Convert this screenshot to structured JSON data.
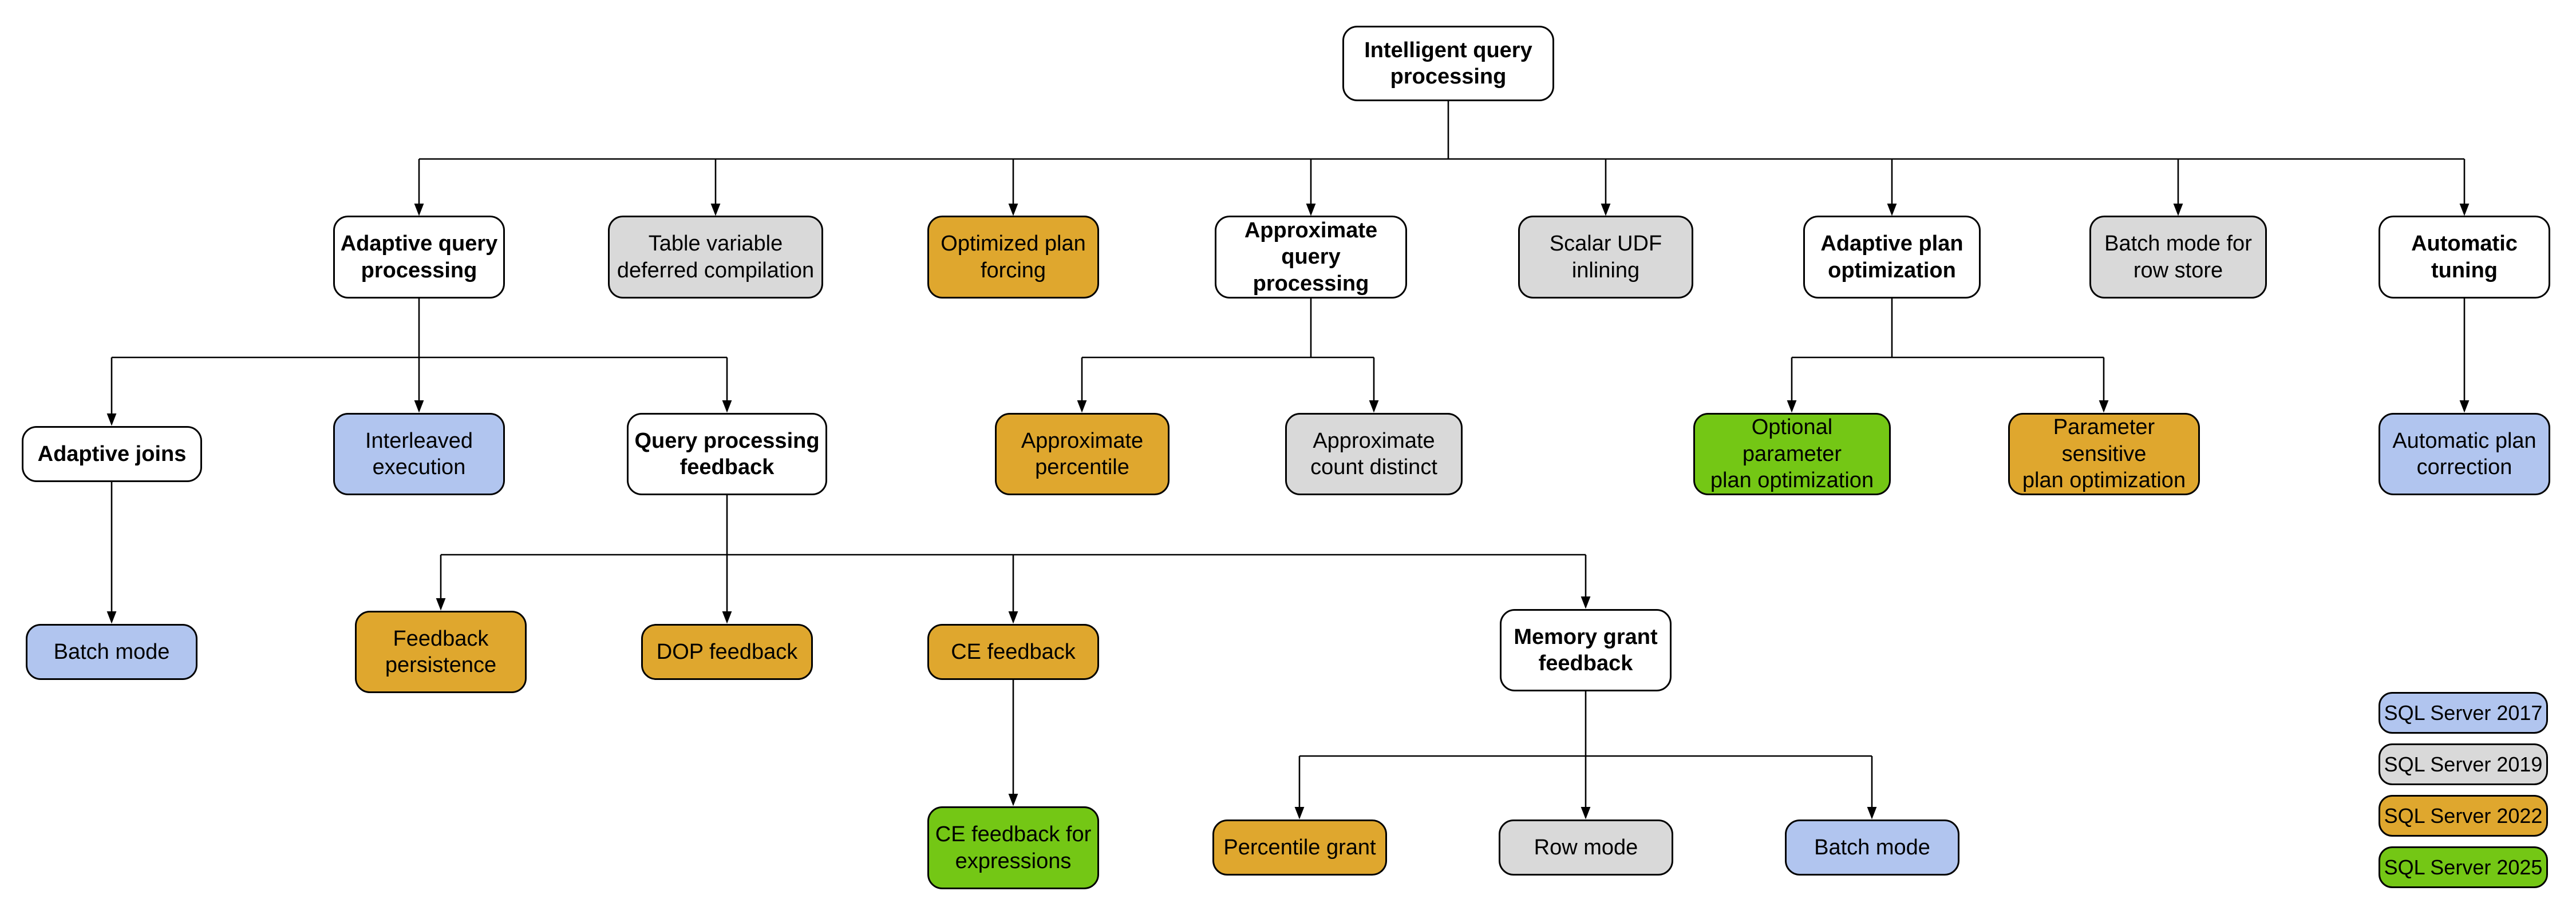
{
  "colors": {
    "v2017": "#B1C5EF",
    "v2019": "#D9D9D9",
    "v2022": "#DFA72E",
    "v2025": "#74C715",
    "node-default": "#FFFFFF",
    "border": "#000000",
    "connector": "#000000",
    "background": "#FFFFFF"
  },
  "nodes": {
    "root": {
      "label": "Intelligent query\nprocessing",
      "version": null,
      "parent": null
    },
    "aqp": {
      "label": "Adaptive query\nprocessing",
      "version": null,
      "parent": "root"
    },
    "tvdc": {
      "label": "Table variable\ndeferred compilation",
      "version": "v2019",
      "parent": "root"
    },
    "opf": {
      "label": "Optimized plan\nforcing",
      "version": "v2022",
      "parent": "root"
    },
    "aqproc": {
      "label": "Approximate\nquery processing",
      "version": null,
      "parent": "root"
    },
    "sudf": {
      "label": "Scalar UDF\ninlining",
      "version": "v2019",
      "parent": "root"
    },
    "apo": {
      "label": "Adaptive plan\noptimization",
      "version": null,
      "parent": "root"
    },
    "bmrs": {
      "label": "Batch mode for\nrow store",
      "version": "v2019",
      "parent": "root"
    },
    "at": {
      "label": "Automatic\ntuning",
      "version": null,
      "parent": "root"
    },
    "aj": {
      "label": "Adaptive joins",
      "version": null,
      "parent": "aqp"
    },
    "ie": {
      "label": "Interleaved\nexecution",
      "version": "v2017",
      "parent": "aqp"
    },
    "qpf": {
      "label": "Query processing\nfeedback",
      "version": null,
      "parent": "aqp"
    },
    "ap": {
      "label": "Approximate\npercentile",
      "version": "v2022",
      "parent": "aqproc"
    },
    "acd": {
      "label": "Approximate\ncount distinct",
      "version": "v2019",
      "parent": "aqproc"
    },
    "oppo": {
      "label": "Optional parameter\nplan optimization",
      "version": "v2025",
      "parent": "apo"
    },
    "pspo": {
      "label": "Parameter sensitive\nplan optimization",
      "version": "v2022",
      "parent": "apo"
    },
    "apc": {
      "label": "Automatic plan\ncorrection",
      "version": "v2017",
      "parent": "at"
    },
    "bm1": {
      "label": "Batch mode",
      "version": "v2017",
      "parent": "aj"
    },
    "fp": {
      "label": "Feedback\npersistence",
      "version": "v2022",
      "parent": "qpf"
    },
    "dop": {
      "label": "DOP feedback",
      "version": "v2022",
      "parent": "qpf"
    },
    "ce": {
      "label": "CE feedback",
      "version": "v2022",
      "parent": "qpf"
    },
    "mgf": {
      "label": "Memory grant\nfeedback",
      "version": null,
      "parent": "qpf"
    },
    "cefe": {
      "label": "CE feedback for\nexpressions",
      "version": "v2025",
      "parent": "ce"
    },
    "pg": {
      "label": "Percentile grant",
      "version": "v2022",
      "parent": "mgf"
    },
    "rm": {
      "label": "Row mode",
      "version": "v2019",
      "parent": "mgf"
    },
    "bm2": {
      "label": "Batch mode",
      "version": "v2017",
      "parent": "mgf"
    }
  },
  "legend": {
    "items": [
      {
        "label": "SQL Server 2017",
        "version": "v2017"
      },
      {
        "label": "SQL Server 2019",
        "version": "v2019"
      },
      {
        "label": "SQL Server 2022",
        "version": "v2022"
      },
      {
        "label": "SQL Server 2025",
        "version": "v2025"
      }
    ]
  }
}
